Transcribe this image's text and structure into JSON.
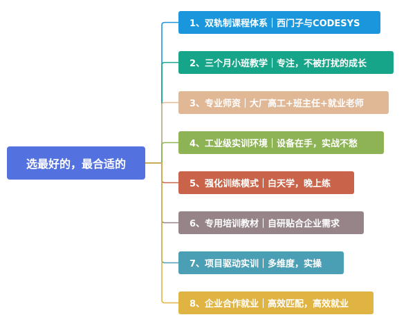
{
  "root": {
    "label": "选最好的，最合适的",
    "color": "#5471e0"
  },
  "branches": [
    {
      "label": "1、双轨制课程体系｜西门子与CODESYS",
      "color": "#1a96dc"
    },
    {
      "label": "2、三个月小班教学｜专注，不被打扰的成长",
      "color": "#17a589"
    },
    {
      "label": "3、专业师资｜大厂高工+班主任+就业老师",
      "color": "#e0b896"
    },
    {
      "label": "4、工业级实训环境｜设备在手，实战不愁",
      "color": "#8db354"
    },
    {
      "label": "5、强化训练模式｜白天学，晚上练",
      "color": "#c9644a"
    },
    {
      "label": "6、专用培训教材｜自研贴合企业需求",
      "color": "#968488"
    },
    {
      "label": "7、项目驱动实训｜多维度，实操",
      "color": "#4a9fb5"
    },
    {
      "label": "8、企业合作就业｜高效匹配，高效就业",
      "color": "#e0b443"
    }
  ]
}
